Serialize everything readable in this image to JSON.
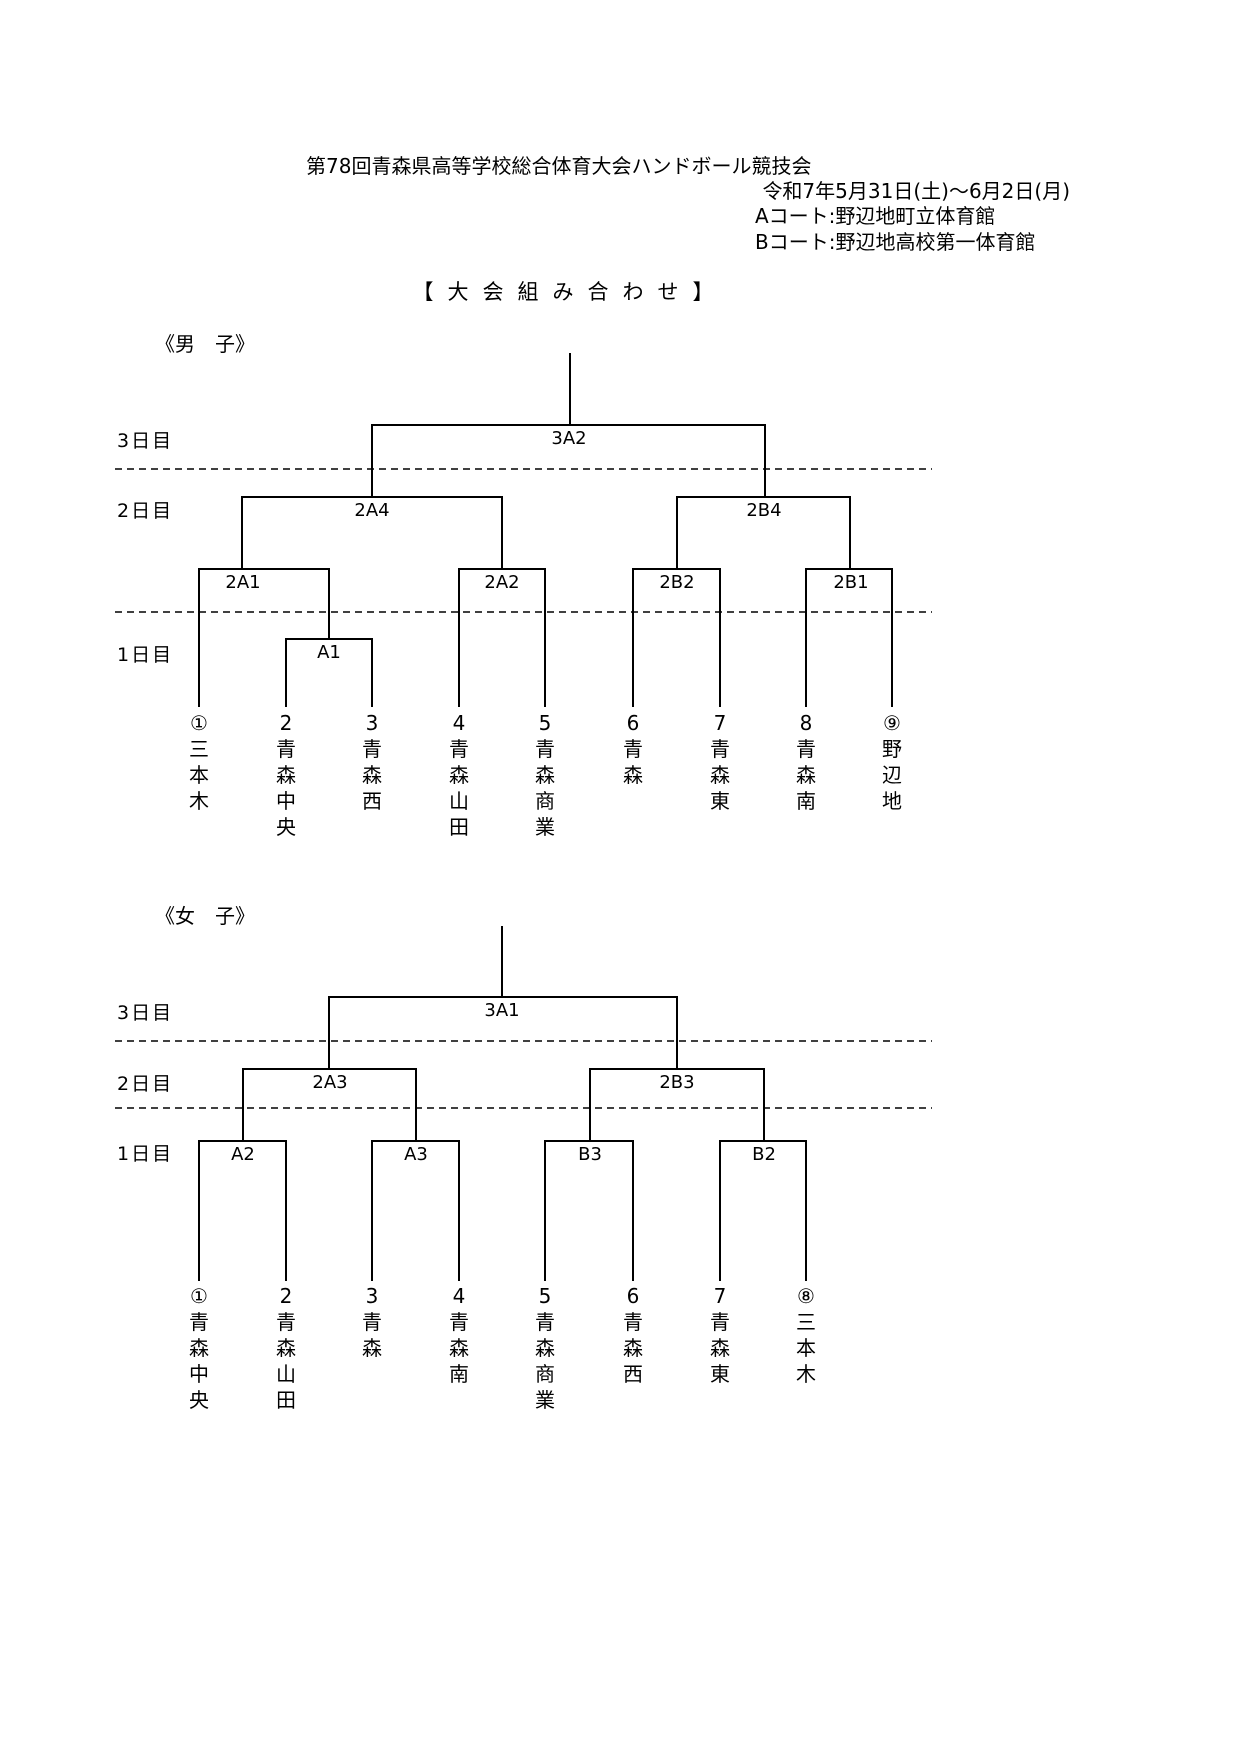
{
  "header": {
    "title": "第78回青森県高等学校総合体育大会ハンドボール競技会",
    "dates": "令和7年5月31日(土)～6月2日(月)",
    "court_a": "Aコート:野辺地町立体育館",
    "court_b": "Bコート:野辺地高校第一体育館",
    "heading": "【大会組み合わせ】"
  },
  "days": {
    "day3": "3日目",
    "day2": "2日目",
    "day1": "1日目"
  },
  "boys": {
    "label": "《男　子》",
    "matches": {
      "m3A2": "3A2",
      "m2A4": "2A4",
      "m2B4": "2B4",
      "m2A1": "2A1",
      "m2A2": "2A2",
      "m2B2": "2B2",
      "m2B1": "2B1",
      "mA1": "A1"
    },
    "teams": [
      {
        "seed": "①",
        "name": "三本木"
      },
      {
        "seed": "2",
        "name": "青森中央"
      },
      {
        "seed": "3",
        "name": "青森西"
      },
      {
        "seed": "4",
        "name": "青森山田"
      },
      {
        "seed": "5",
        "name": "青森商業"
      },
      {
        "seed": "6",
        "name": "青森"
      },
      {
        "seed": "7",
        "name": "青森東"
      },
      {
        "seed": "8",
        "name": "青森南"
      },
      {
        "seed": "⑨",
        "name": "野辺地"
      }
    ]
  },
  "girls": {
    "label": "《女　子》",
    "matches": {
      "m3A1": "3A1",
      "m2A3": "2A3",
      "m2B3": "2B3",
      "mA2": "A2",
      "mA3": "A3",
      "mB3": "B3",
      "mB2": "B2"
    },
    "teams": [
      {
        "seed": "①",
        "name": "青森中央"
      },
      {
        "seed": "2",
        "name": "青森山田"
      },
      {
        "seed": "3",
        "name": "青森"
      },
      {
        "seed": "4",
        "name": "青森南"
      },
      {
        "seed": "5",
        "name": "青森商業"
      },
      {
        "seed": "6",
        "name": "青森西"
      },
      {
        "seed": "7",
        "name": "青森東"
      },
      {
        "seed": "⑧",
        "name": "三本木"
      }
    ]
  }
}
